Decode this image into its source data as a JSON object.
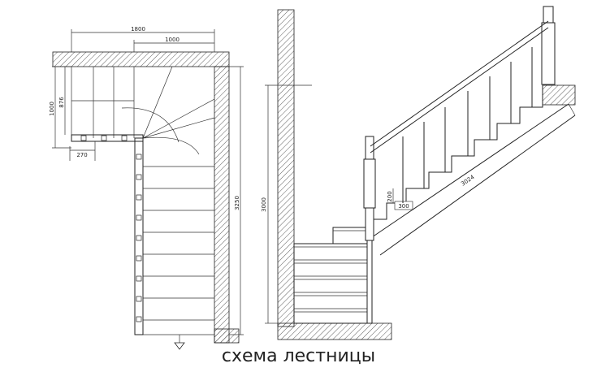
{
  "caption": "схема лестницы",
  "plan_dims": {
    "top_total": "1800",
    "top_inner": "1000",
    "left_outer": "1000",
    "left_inner": "876",
    "left_small": "270",
    "right_total": "3250"
  },
  "elevation_dims": {
    "height": "3000",
    "riser": "200",
    "tread": "300",
    "stringer": "3024"
  }
}
